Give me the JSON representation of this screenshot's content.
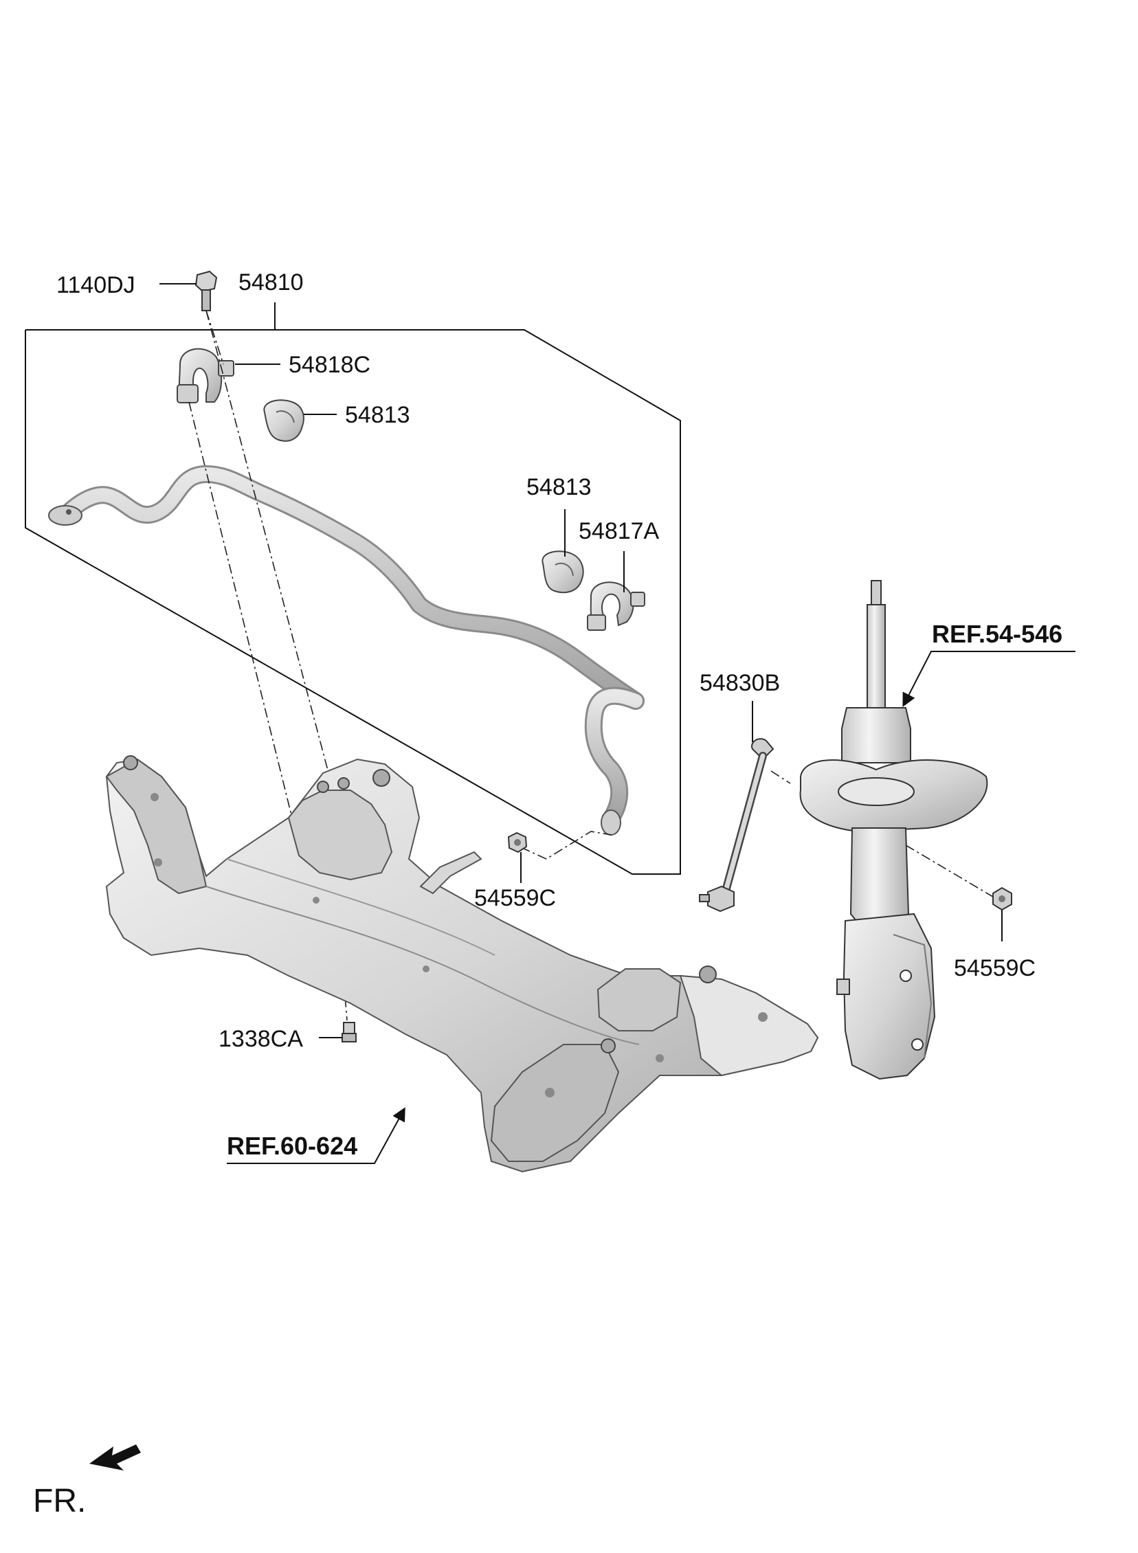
{
  "labels": {
    "bolt": "1140DJ",
    "stabilizer_bar_assy": "54810",
    "bracket_upper": "54818C",
    "bushing_upper": "54813",
    "bushing_right": "54813",
    "bracket_right": "54817A",
    "link": "54830B",
    "nut_center": "54559C",
    "nut_right": "54559C",
    "bolt_lower": "1338CA",
    "ref_strut": "REF.54-546",
    "ref_crossmember": "REF.60-624",
    "front_indicator": "FR."
  },
  "colors": {
    "line": "#111111",
    "part_fill": "#d9d9d9",
    "part_shade": "#b5b5b5",
    "part_light": "#ececec"
  }
}
